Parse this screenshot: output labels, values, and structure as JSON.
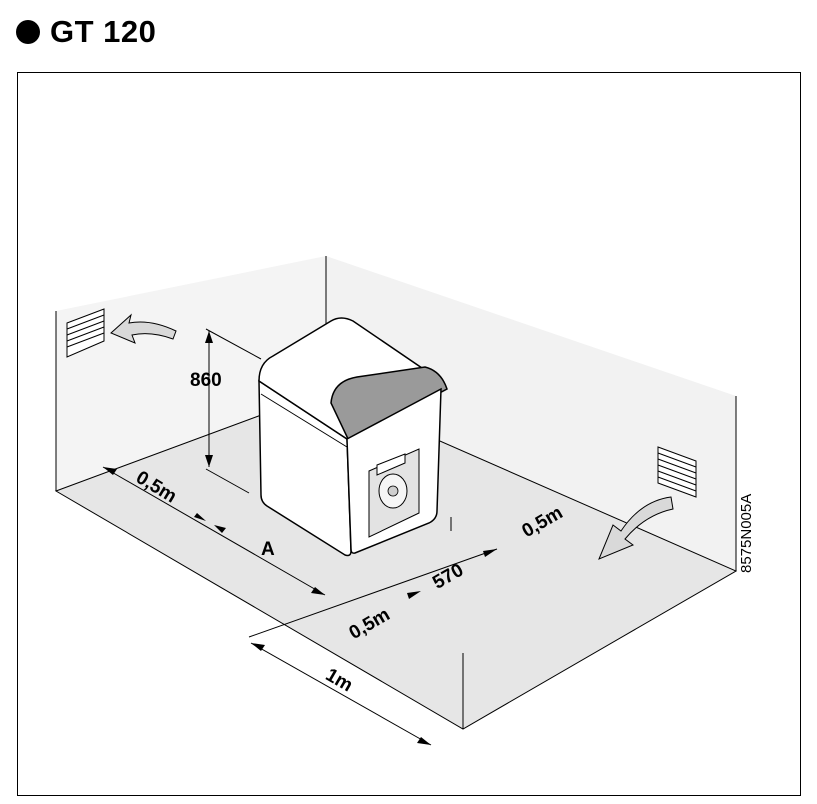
{
  "header": {
    "title": "GT 120"
  },
  "diagram": {
    "dimensions": {
      "height": "860",
      "left_clearance": "0,5m",
      "side_distance": "A",
      "front_clearance": "0,5m",
      "boiler_depth": "570",
      "right_clearance": "0,5m",
      "front_space": "1m"
    },
    "reference_code": "8575N005A"
  },
  "colors": {
    "floor": "#e6e6e6",
    "wall_shade": "#f2f2f2",
    "boiler_top_panel": "#9a9a9a",
    "line": "#000000"
  }
}
